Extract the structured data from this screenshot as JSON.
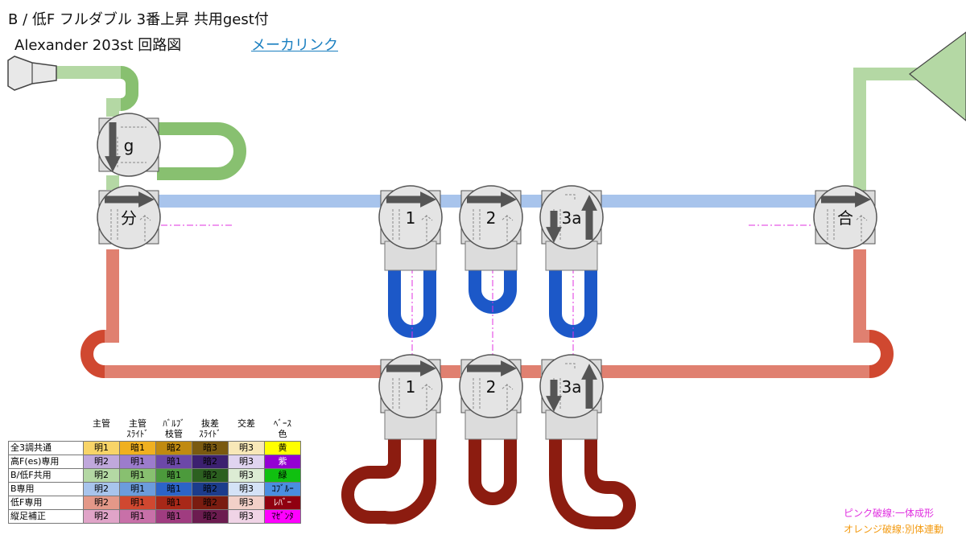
{
  "header": {
    "title_line1": "B / 低F フルダブル 3番上昇 共用gest付",
    "title_line2": "Alexander 203st  回路図",
    "maker_link": "メーカリンク"
  },
  "valves": {
    "gest": "g",
    "split": "分",
    "upper_1": "1",
    "upper_2": "2",
    "upper_3a": "3a",
    "merge": "合",
    "lower_1": "1",
    "lower_2": "2",
    "lower_3a": "3a"
  },
  "legend": {
    "columns": [
      "主管",
      "主管\nｽﾗｲﾄﾞ",
      "ﾊﾞﾙﾌﾞ\n枝管",
      "抜差\nｽﾗｲﾄﾞ",
      "交差",
      "ﾍﾞｰｽ\n色"
    ],
    "rows": [
      {
        "label": "全3調共通",
        "cells": [
          "明1",
          "暗1",
          "暗2",
          "暗3",
          "明3",
          "黄"
        ],
        "colors": [
          "#f8d468",
          "#f0b020",
          "#c08a10",
          "#7a5a10",
          "#f8e8b8",
          "#ffff00"
        ],
        "text": [
          "#000",
          "#000",
          "#000",
          "#000",
          "#000",
          "#000"
        ]
      },
      {
        "label": "高F(es)専用",
        "cells": [
          "明2",
          "明1",
          "暗1",
          "暗2",
          "明3",
          "紫"
        ],
        "colors": [
          "#c0a8dc",
          "#9c7ccc",
          "#6c48a8",
          "#3c2070",
          "#e0d4f0",
          "#9400d3"
        ],
        "text": [
          "#000",
          "#000",
          "#000",
          "#000",
          "#000",
          "#fff"
        ]
      },
      {
        "label": "B/低F共用",
        "cells": [
          "明2",
          "明1",
          "暗1",
          "暗2",
          "明3",
          "緑"
        ],
        "colors": [
          "#b4d8a4",
          "#88c070",
          "#4c9a3c",
          "#2c6020",
          "#dcecd4",
          "#10c010"
        ],
        "text": [
          "#000",
          "#000",
          "#000",
          "#000",
          "#000",
          "#000"
        ]
      },
      {
        "label": "B専用",
        "cells": [
          "明2",
          "明1",
          "暗1",
          "暗2",
          "明3",
          "ｺﾌﾞﾙｰ"
        ],
        "colors": [
          "#a8c4ec",
          "#6c9cdc",
          "#2c64c8",
          "#1c3c8c",
          "#d4e2f6",
          "#4a8ee0"
        ],
        "text": [
          "#000",
          "#000",
          "#000",
          "#000",
          "#000",
          "#000"
        ]
      },
      {
        "label": "低F専用",
        "cells": [
          "明2",
          "明1",
          "暗1",
          "暗2",
          "明3",
          "ﾚﾊﾞｰ"
        ],
        "colors": [
          "#e49888",
          "#d04830",
          "#a82818",
          "#7a1c10",
          "#f2d0c8",
          "#900010"
        ],
        "text": [
          "#000",
          "#000",
          "#000",
          "#000",
          "#000",
          "#fff"
        ]
      },
      {
        "label": "縦足補正",
        "cells": [
          "明2",
          "明1",
          "暗1",
          "暗2",
          "明3",
          "ﾏｾﾞﾝﾀ"
        ],
        "colors": [
          "#e0a4c8",
          "#c870a8",
          "#a03c80",
          "#6c1c50",
          "#f0d4e6",
          "#ff00ff"
        ],
        "text": [
          "#000",
          "#000",
          "#000",
          "#000",
          "#000",
          "#000"
        ]
      }
    ]
  },
  "notes": {
    "pink": "ピンク破線:一体成形",
    "orange": "オレンジ破線:別体連動"
  },
  "colors": {
    "green_main": "#b4d8a4",
    "green_slide": "#88c070",
    "blue_main": "#a8c4ec",
    "blue_branch": "#1c58c8",
    "red_main": "#e08070",
    "red_slide": "#d04830",
    "red_branch": "#8c1c10",
    "pink_dash": "#e030e0"
  }
}
